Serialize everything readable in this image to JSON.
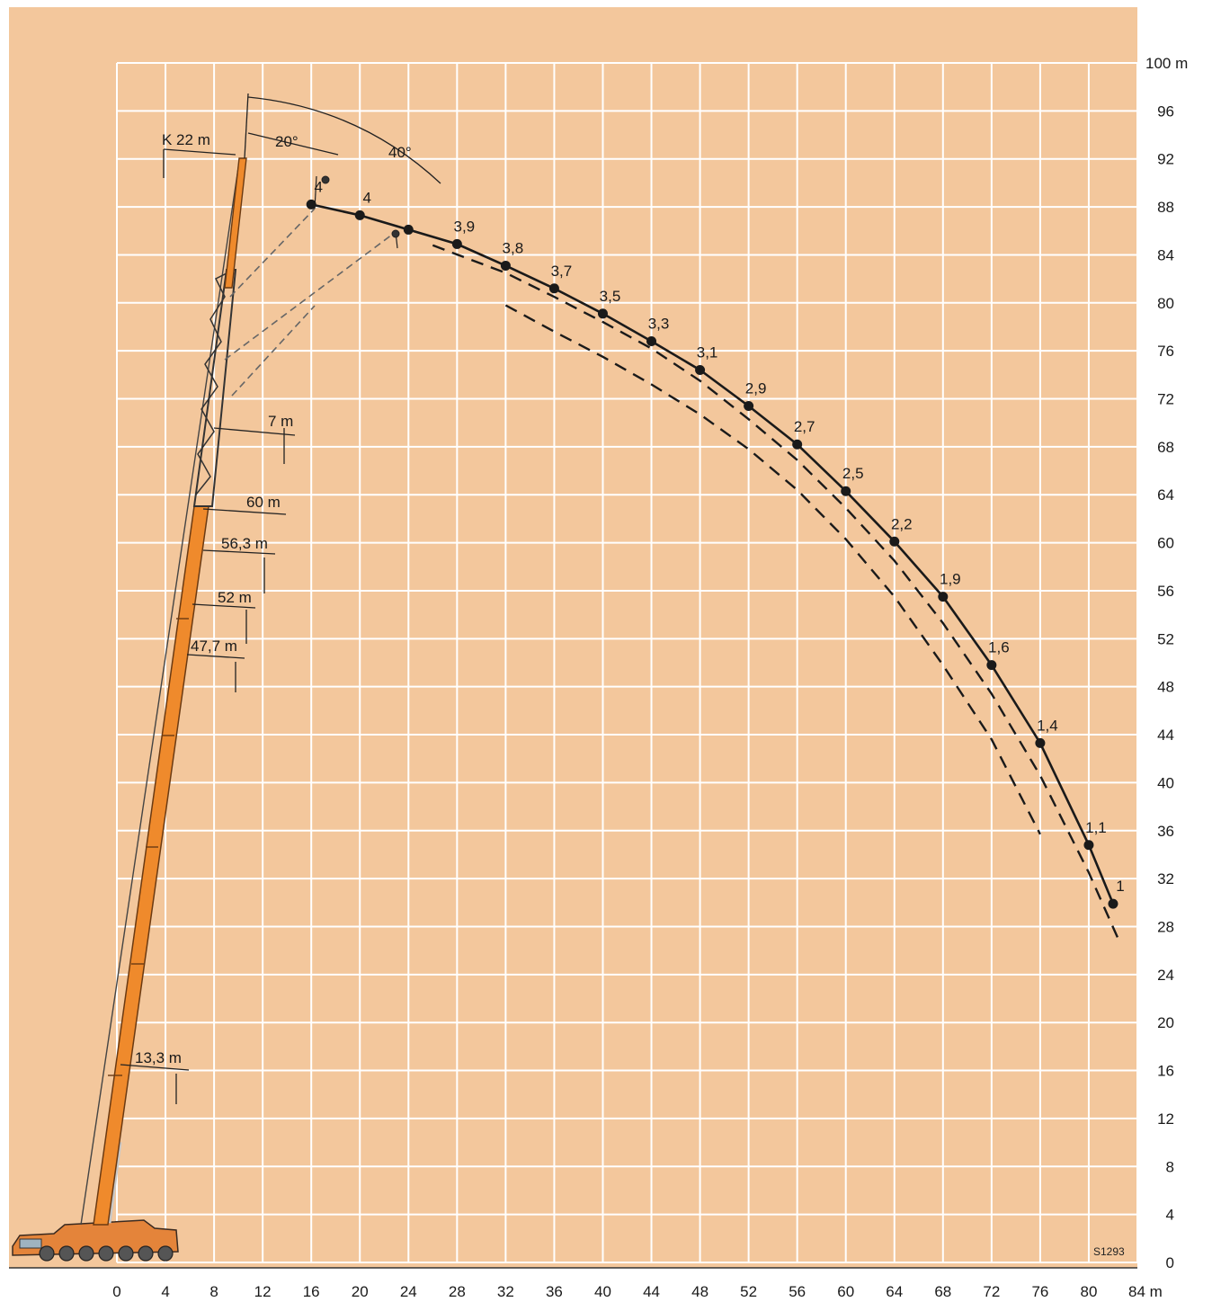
{
  "chart_data": {
    "type": "line",
    "xlim": [
      0,
      84
    ],
    "ylim": [
      0,
      100
    ],
    "x_ticks": [
      "0",
      "4",
      "8",
      "12",
      "16",
      "20",
      "24",
      "28",
      "32",
      "36",
      "40",
      "44",
      "48",
      "52",
      "56",
      "60",
      "64",
      "68",
      "72",
      "76",
      "80",
      "84 m"
    ],
    "y_ticks": [
      "0",
      "4",
      "8",
      "12",
      "16",
      "20",
      "24",
      "28",
      "32",
      "36",
      "40",
      "44",
      "48",
      "52",
      "56",
      "60",
      "64",
      "68",
      "72",
      "76",
      "80",
      "84",
      "88",
      "92",
      "96",
      "100 m"
    ],
    "grid": true,
    "series": [
      {
        "style": "solid",
        "x": [
          16,
          20,
          24,
          28,
          32,
          36,
          40,
          44,
          48,
          52,
          56,
          60,
          64,
          68,
          72,
          76,
          80,
          82
        ],
        "y": [
          88.2,
          87.3,
          86.1,
          84.9,
          83.1,
          81.2,
          79.1,
          76.8,
          74.4,
          71.4,
          68.2,
          64.3,
          60.1,
          55.5,
          49.8,
          43.3,
          34.8,
          29.9
        ],
        "labels": [
          "4",
          "4",
          "",
          "3,9",
          "3,8",
          "3,7",
          "3,5",
          "3,3",
          "3,1",
          "2,9",
          "2,7",
          "2,5",
          "2,2",
          "1,9",
          "1,6",
          "1,4",
          "1,1",
          "1"
        ]
      },
      {
        "style": "dashed",
        "x": [
          26,
          32,
          36,
          40,
          44,
          48,
          52,
          56,
          60,
          64,
          68,
          72,
          76,
          80,
          82.5
        ],
        "y": [
          84.8,
          82.5,
          80.5,
          78.4,
          76.2,
          73.5,
          70.3,
          66.9,
          62.9,
          58.5,
          53.3,
          47.4,
          40.6,
          32.5,
          26.8
        ]
      },
      {
        "style": "dashed",
        "x": [
          32,
          36,
          40,
          44,
          48,
          52,
          56,
          60,
          64,
          68,
          72,
          76
        ],
        "y": [
          79.8,
          77.6,
          75.5,
          73.2,
          70.7,
          67.8,
          64.4,
          60.3,
          55.5,
          49.8,
          43.6,
          35.7
        ]
      }
    ],
    "annotations": {
      "jib_label": "K 22 m",
      "angle_20": "20°",
      "angle_40": "40°",
      "dim_7": "7 m",
      "dim_60": "60 m",
      "dim_56": "56,3 m",
      "dim_52": "52 m",
      "dim_47": "47,7 m",
      "dim_13": "13,3 m",
      "code": "S1293"
    }
  }
}
